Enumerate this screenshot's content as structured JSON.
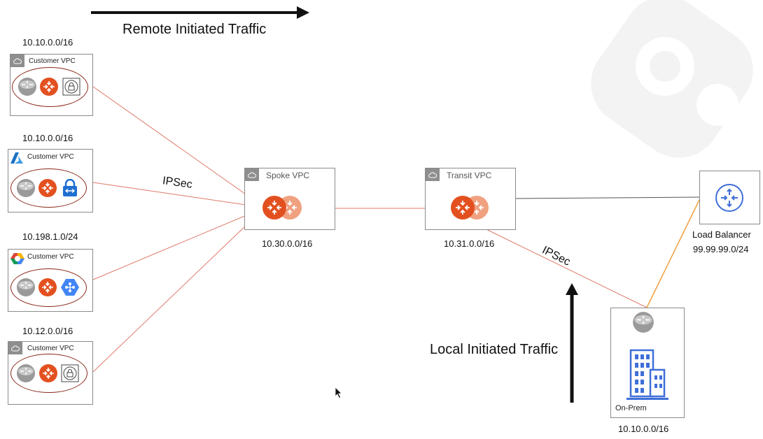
{
  "title_remote": "Remote Initiated Traffic",
  "title_local": "Local Initiated Traffic",
  "ipsec_label_left": "IPSec",
  "ipsec_label_right": "IPSec",
  "customers": [
    {
      "cidr": "10.10.0.0/16",
      "label": "Customer VPC",
      "cloud": "aws",
      "icons": [
        "router",
        "transit-gateway",
        "lock"
      ]
    },
    {
      "cidr": "10.10.0.0/16",
      "label": "Customer VPC",
      "cloud": "azure",
      "icons": [
        "router",
        "transit-gateway",
        "vpn-lock"
      ]
    },
    {
      "cidr": "10.198.1.0/24",
      "label": "Customer VPC",
      "cloud": "gcp",
      "icons": [
        "router",
        "transit-gateway",
        "network"
      ]
    },
    {
      "cidr": "10.12.0.0/16",
      "label": "Customer VPC",
      "cloud": "aws",
      "icons": [
        "router",
        "transit-gateway",
        "lock"
      ]
    }
  ],
  "spoke": {
    "label": "Spoke VPC",
    "cidr": "10.30.0.0/16"
  },
  "transit": {
    "label": "Transit VPC",
    "cidr": "10.31.0.0/16"
  },
  "load_balancer": {
    "label": "Load Balancer",
    "cidr": "99.99.99.0/24"
  },
  "onprem": {
    "label": "On-Prem",
    "cidr": "10.10.0.0/16"
  },
  "colors": {
    "accent_orange": "#e3501f",
    "light_orange": "#f0a17f",
    "ipsec_line": "#e07a6a",
    "lb_line": "#f0a040",
    "ring": "#8b2a1b",
    "building_blue": "#3f6fd8"
  }
}
